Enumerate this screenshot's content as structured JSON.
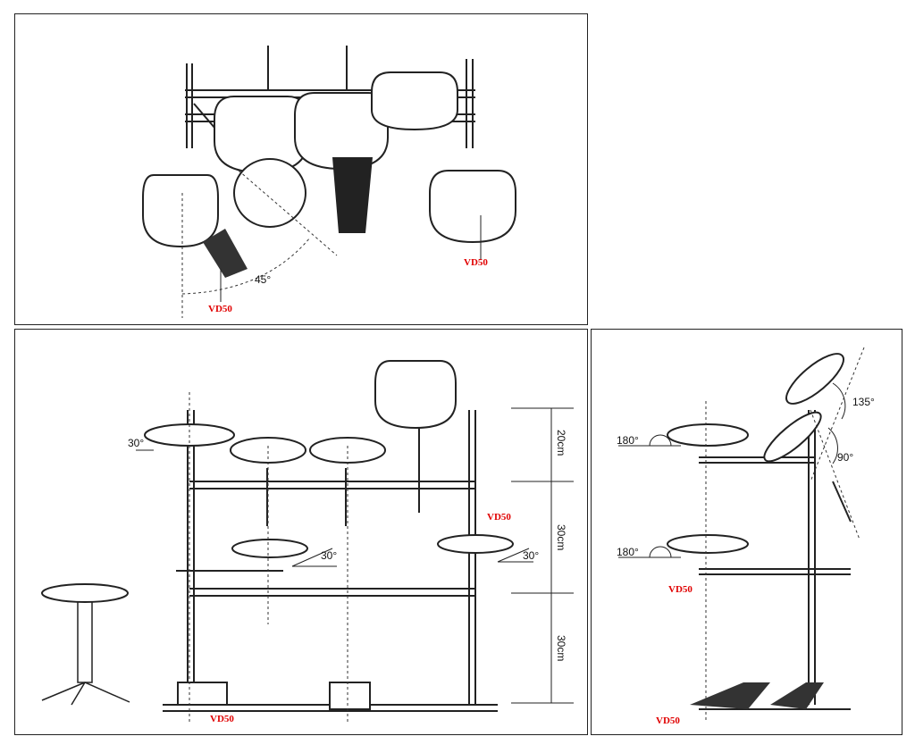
{
  "model_label": "VD50",
  "label_color": "#e00000",
  "top_view": {
    "angle_label": "45°",
    "labels": [
      "VD50",
      "VD50"
    ]
  },
  "front_view": {
    "angle_labels": [
      "30°",
      "30°",
      "30°"
    ],
    "dimensions": [
      "20cm",
      "30cm",
      "30cm"
    ],
    "labels": [
      "VD50",
      "VD50"
    ]
  },
  "side_view": {
    "angle_labels": [
      "180°",
      "135°",
      "90°",
      "180°"
    ],
    "labels": [
      "VD50",
      "VD50"
    ]
  }
}
